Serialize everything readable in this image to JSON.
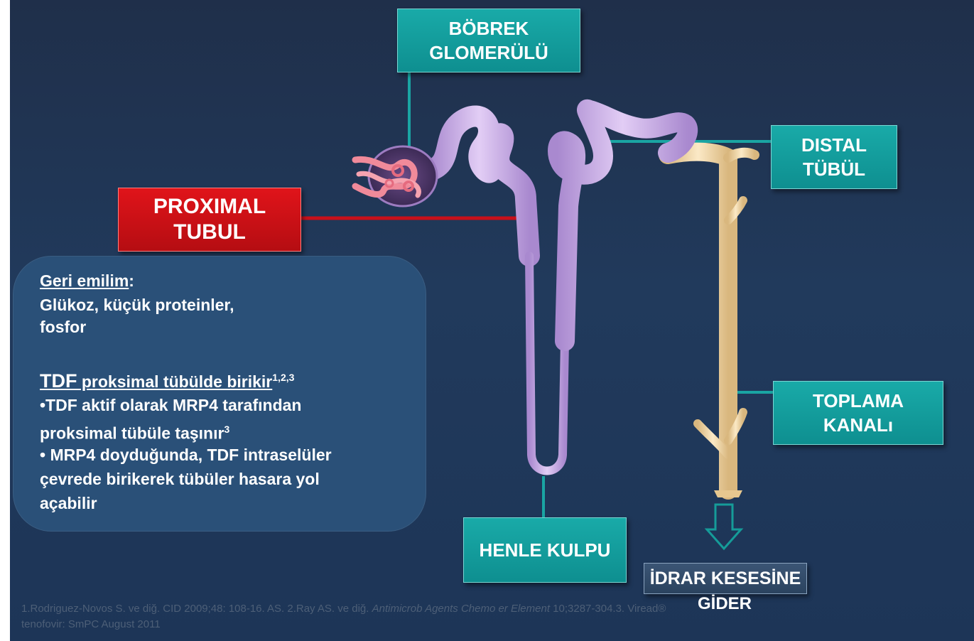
{
  "labels": {
    "glomerulus": "BÖBREK\nGLOMERÜLÜ",
    "proximal": "PROXIMAL\nTUBUL",
    "distal": "DISTAL\nTÜBÜL",
    "collecting": "TOPLAMA\nKANALı",
    "henle": "HENLE KULPU",
    "bladder_line1": "İDRAR KESESİNE",
    "bladder_line2": "GİDER"
  },
  "info": {
    "reabsorption_heading": "Geri emilim",
    "reabsorption_colon": ":",
    "reabsorption_line1": "Glükoz, küçük proteinler,",
    "reabsorption_line2": "fosfor",
    "tdf_abbr": "TDF",
    "tdf_heading_rest": " proksimal tübülde birikir",
    "tdf_heading_refs": "1,2,3",
    "bullet1_line1": "•TDF aktif olarak MRP4 tarafından",
    "bullet1_line2": "proksimal tübüle taşınır",
    "bullet1_ref": "3",
    "bullet2_line1": "• MRP4 doyduğunda, TDF intraselüler",
    "bullet2_line2": "çevrede birikerek tübüler hasara yol",
    "bullet2_line3": "açabilir"
  },
  "footnote": {
    "part1": "1.Rodriguez-Novos S. ve diğ. CID 2009;48: 108-16. AS. 2.Ray AS. ve diğ. ",
    "journal": "Antimicrob Agents Chemo er Element",
    "part2": " 10;3287-304.3. Viread®",
    "line2": "tenofovir: SmPC August 2011"
  },
  "colors": {
    "teal": "#13a0a0",
    "red": "#c8101a",
    "tubule": "#c9a7e6",
    "duct": "#f2d6a4",
    "panel": "#2a5078",
    "connector_teal": "#1aa5a3",
    "connector_red": "#c8101a"
  }
}
